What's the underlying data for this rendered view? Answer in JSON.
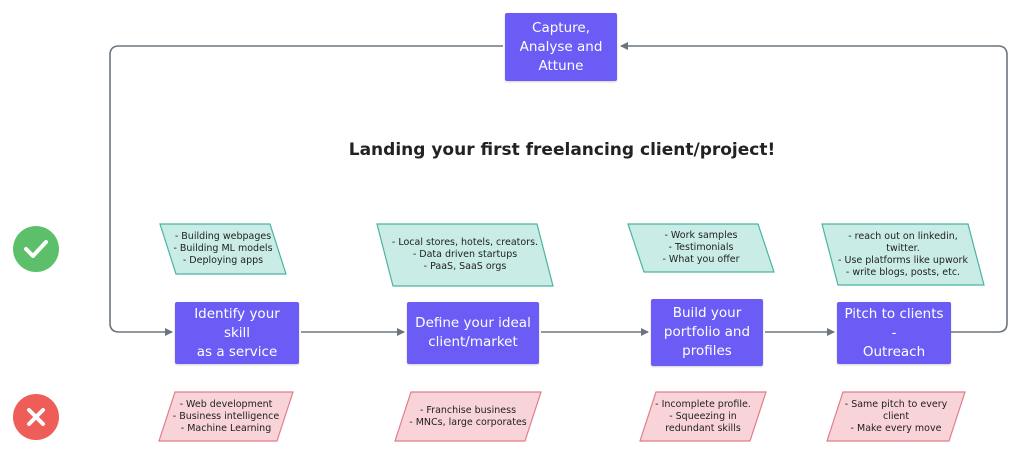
{
  "title": "Landing your first freelancing client/project!",
  "colors": {
    "box": "#6b5cf6",
    "good_fill": "#c9ece6",
    "good_stroke": "#4bb3a3",
    "bad_fill": "#f8d3d8",
    "bad_stroke": "#e07d8a",
    "connector": "#6c757d",
    "check": "#5cc06a",
    "cross": "#ee5d57"
  },
  "feedback_box": {
    "label": "Capture,\nAnalyse and\nAttune"
  },
  "icons": {
    "good": "check-circle-icon",
    "bad": "cross-circle-icon"
  },
  "steps": [
    {
      "label": "Identify your skill\nas a service",
      "good": [
        "- Building webpages",
        "- Building ML models",
        "- Deploying apps"
      ],
      "bad": [
        "- Web development",
        "- Business intelligence",
        "- Machine Learning"
      ]
    },
    {
      "label": "Define your ideal\nclient/market",
      "good": [
        "- Local stores, hotels, creators.",
        "- Data driven startups",
        "- PaaS, SaaS orgs"
      ],
      "bad": [
        "- Franchise business",
        "- MNCs, large corporates"
      ]
    },
    {
      "label": "Build your\nportfolio and\nprofiles",
      "good": [
        "- Work samples",
        "- Testimonials",
        "- What you offer"
      ],
      "bad": [
        "- Incomplete profile.",
        "- Squeezing in",
        "redundant skills"
      ]
    },
    {
      "label": "Pitch to clients -\nOutreach",
      "good": [
        "- reach out on linkedin, twitter.",
        "- Use platforms like upwork",
        "- write blogs, posts, etc."
      ],
      "bad": [
        "- Same pitch to every",
        "client",
        "- Make every move"
      ]
    }
  ]
}
